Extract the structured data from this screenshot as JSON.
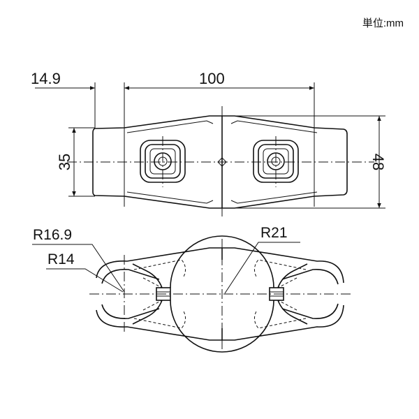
{
  "unit_label": "単位:mm",
  "dimensions": {
    "offset": "14.9",
    "length": "100",
    "inner_height": "35",
    "outer_height": "48"
  },
  "radii": {
    "outer": "R16.9",
    "inner": "R14",
    "center": "R21"
  }
}
